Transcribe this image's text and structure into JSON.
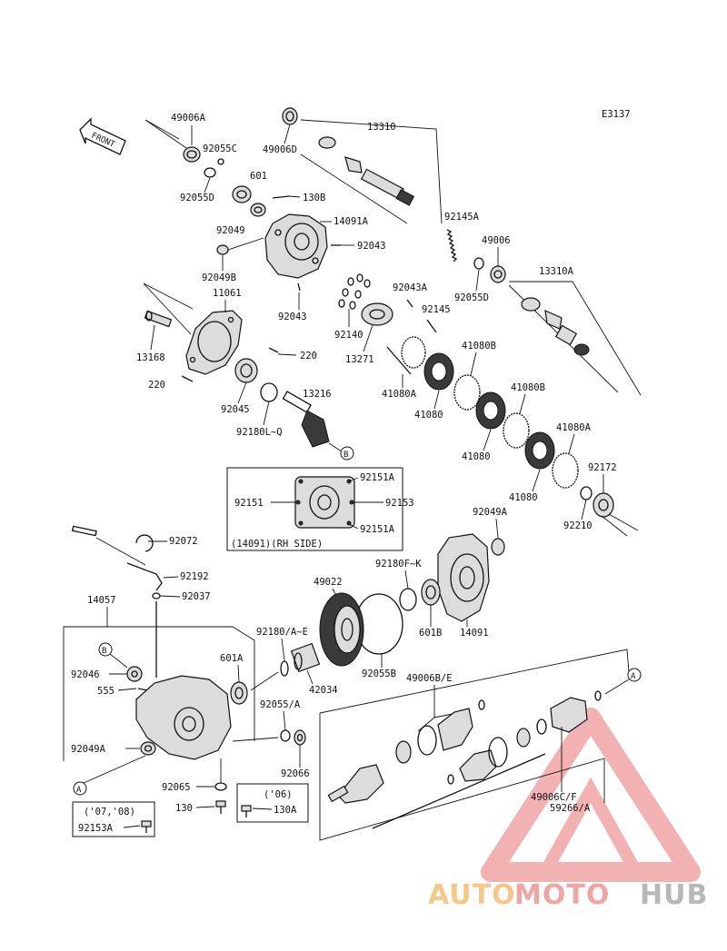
{
  "diagram_code": "E3137",
  "front_label": "FRONT",
  "parts": {
    "p49006A": "49006A",
    "p92055C": "92055C",
    "p92055D_top": "92055D",
    "p601": "601",
    "p130B": "130B",
    "p92049": "92049",
    "p14091A": "14091A",
    "p92043_a": "92043",
    "p92049B": "92049B",
    "p92043_b": "92043",
    "p11061": "11061",
    "p13168": "13168",
    "p220_a": "220",
    "p220_b": "220",
    "p92045": "92045",
    "p92180LQ": "92180L~Q",
    "p13216": "13216",
    "p49006D": "49006D",
    "p13310": "13310",
    "p92145A": "92145A",
    "p49006": "49006",
    "p92055D_right": "92055D",
    "p13310A": "13310A",
    "p92043A": "92043A",
    "p92145": "92145",
    "p92140": "92140",
    "p13271": "13271",
    "p41080B_a": "41080B",
    "p41080A_a": "41080A",
    "p41080_a": "41080",
    "p41080B_b": "41080B",
    "p41080_b": "41080",
    "p41080A_b": "41080A",
    "p92172": "92172",
    "p41080_c": "41080",
    "p92210": "92210",
    "p92151A_top": "92151A",
    "p92151": "92151",
    "p92153": "92153",
    "p92151A_bot": "92151A",
    "rh_side": "(14091)(RH SIDE)",
    "p92049A_top": "92049A",
    "p92180FK": "92180F~K",
    "p14091": "14091",
    "p601B": "601B",
    "p49022": "49022",
    "p92055B": "92055B",
    "p92072": "92072",
    "p92192": "92192",
    "p92037": "92037",
    "p14057": "14057",
    "p92180AE": "92180/A~E",
    "p601A": "601A",
    "p42034": "42034",
    "p92046": "92046",
    "p555": "555",
    "p92055A": "92055/A",
    "p92049A_bot": "92049A",
    "p92066": "92066",
    "p92065": "92065",
    "p130": "130",
    "year_0708": "('07,'08)",
    "p92153A": "92153A",
    "year_06": "('06)",
    "p130A": "130A",
    "p49006BE": "49006B/E",
    "p49006CF": "49006C/F",
    "p59266A": "59266/A"
  },
  "callouts": {
    "b_top": "B",
    "b_left": "B",
    "a_left": "A",
    "a_right": "A"
  },
  "watermark": {
    "text_auto": "AUTO",
    "text_moto": "MOTO",
    "text_hub": "HUB",
    "color_primary": "#f0a5a5",
    "color_accent": "#f5c78a",
    "color_hub": "#b8b8b8"
  }
}
